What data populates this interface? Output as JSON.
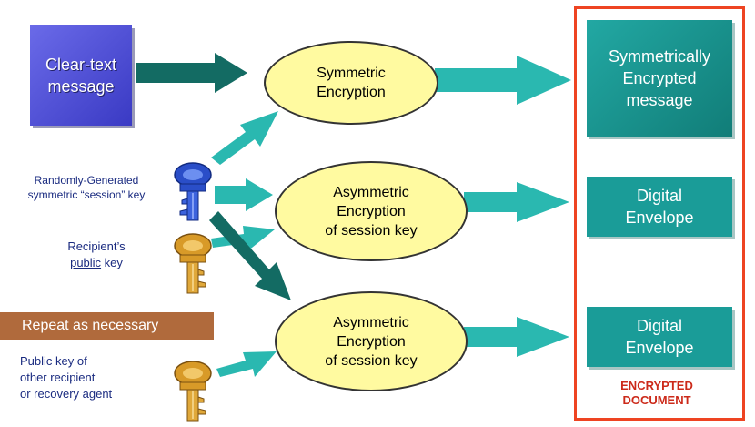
{
  "clear_text": "Clear-text\nmessage",
  "symmetric_encryption": "Symmetric\nEncryption",
  "asymmetric_1": "Asymmetric\nEncryption\nof session key",
  "asymmetric_2": "Asymmetric\nEncryption\nof session key",
  "session_key_label": "Randomly-Generated\nsymmetric “session” key",
  "recipient_label_1": "Recipient’s",
  "recipient_label_public": "public",
  "recipient_label_key": " key",
  "repeat_label": "Repeat as necessary",
  "other_recipient_label": "Public key of\nother recipient\nor recovery agent",
  "encrypted_message": "Symmetrically\nEncrypted\nmessage",
  "digital_envelope_1": "Digital\nEnvelope",
  "digital_envelope_2": "Digital\nEnvelope",
  "encrypted_document": "ENCRYPTED\nDOCUMENT",
  "colors": {
    "clear_box": "#4a4ad8",
    "ellipse": "#fffaa0",
    "teal": "#1a9c98",
    "dark_arrow": "#136b63",
    "light_arrow": "#2ab8b0",
    "blue_key": "#2a4ec8",
    "gold_key": "#d89a28",
    "document_border": "#ee4422",
    "repeat_bar": "#b06a3c"
  }
}
